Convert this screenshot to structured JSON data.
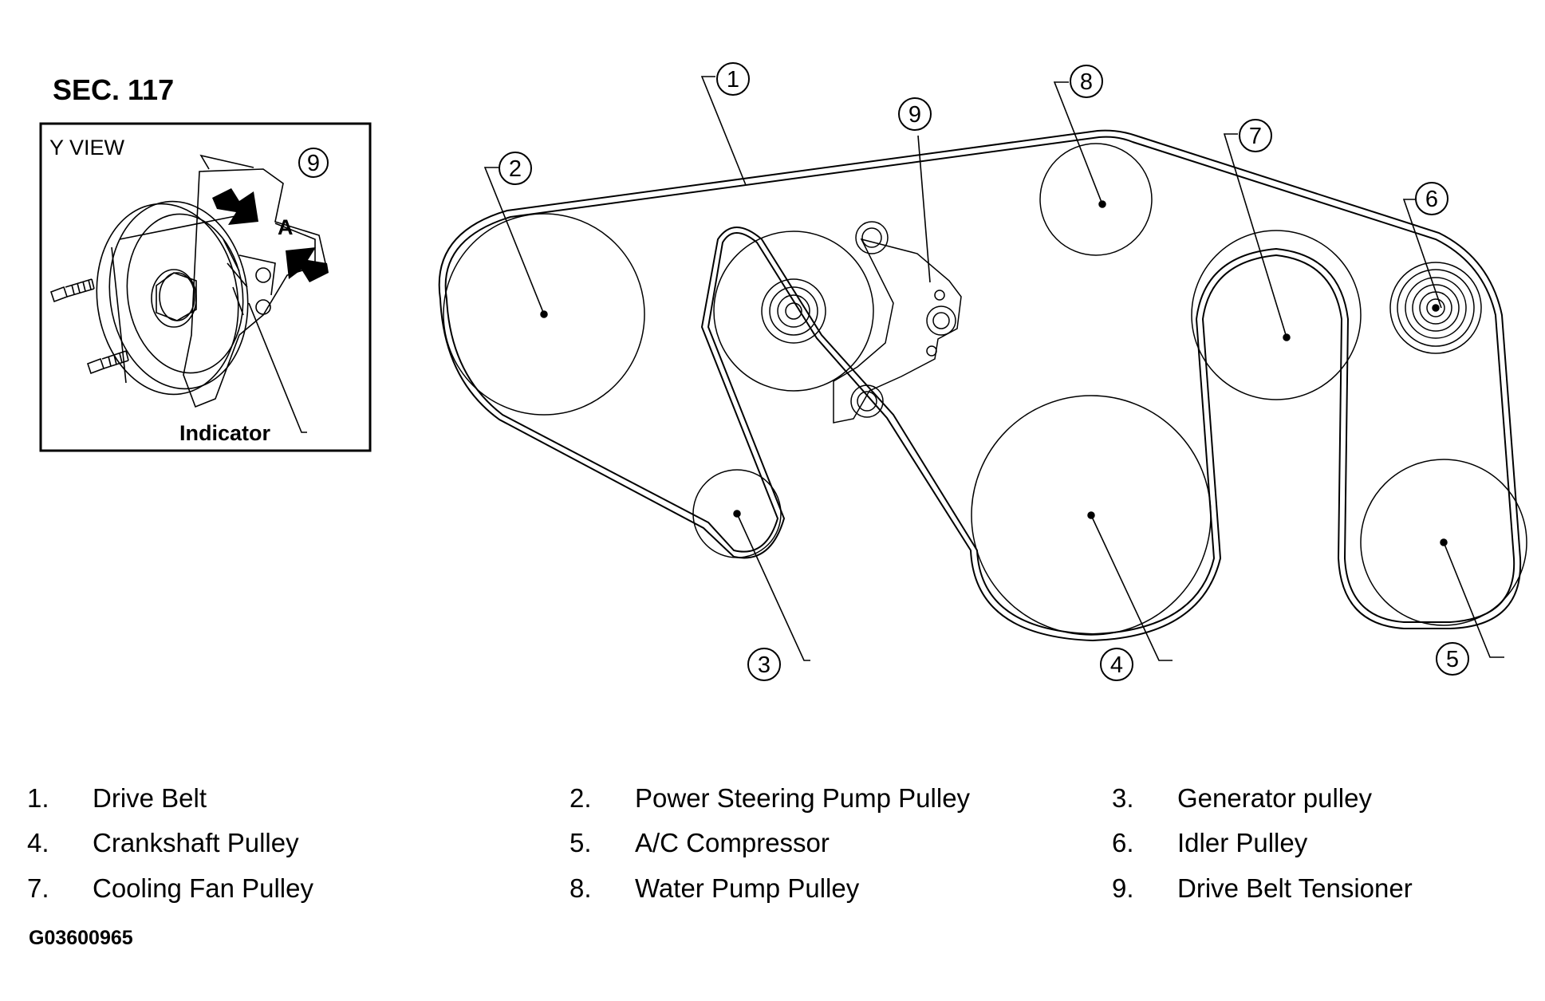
{
  "section_title": "SEC. 117",
  "inset": {
    "view_title": "Y VIEW",
    "callout": "9",
    "letter": "A",
    "indicator_label": "Indicator"
  },
  "callouts": [
    "1",
    "2",
    "3",
    "4",
    "5",
    "6",
    "7",
    "8",
    "9"
  ],
  "legend": [
    {
      "num": "1.",
      "label": "Drive Belt"
    },
    {
      "num": "2.",
      "label": "Power Steering Pump Pulley"
    },
    {
      "num": "3.",
      "label": "Generator pulley"
    },
    {
      "num": "4.",
      "label": "Crankshaft Pulley"
    },
    {
      "num": "5.",
      "label": "A/C Compressor"
    },
    {
      "num": "6.",
      "label": "Idler Pulley"
    },
    {
      "num": "7.",
      "label": "Cooling Fan Pulley"
    },
    {
      "num": "8.",
      "label": "Water Pump Pulley"
    },
    {
      "num": "9.",
      "label": "Drive Belt Tensioner"
    }
  ],
  "figure_code": "G03600965"
}
